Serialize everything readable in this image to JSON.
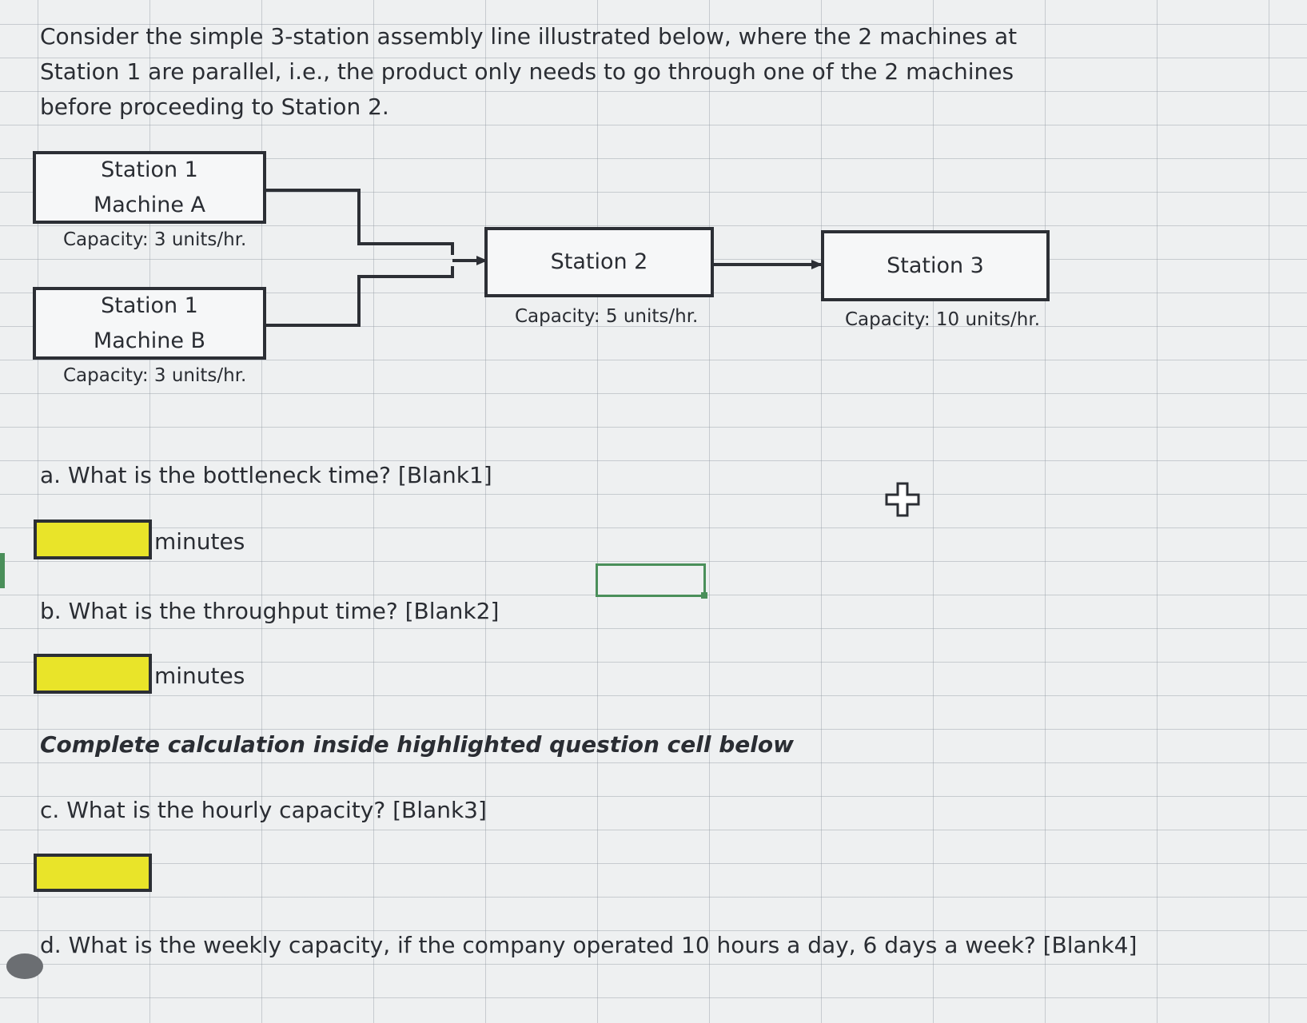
{
  "intro": "Consider the simple 3-station assembly line illustrated below, where the 2 machines at Station 1 are parallel, i.e., the product only needs to go through one of the 2 machines before proceeding to Station 2.",
  "diagram": {
    "machine_a": {
      "line1": "Station 1",
      "line2": "Machine A",
      "capacity": "Capacity: 3 units/hr."
    },
    "machine_b": {
      "line1": "Station 1",
      "line2": "Machine B",
      "capacity": "Capacity: 3 units/hr."
    },
    "station2": {
      "label": "Station 2",
      "capacity": "Capacity: 5 units/hr."
    },
    "station3": {
      "label": "Station 3",
      "capacity": "Capacity: 10 units/hr."
    }
  },
  "questions": {
    "a": {
      "text": "a. What is the bottleneck time? [Blank1]",
      "unit": "minutes",
      "answer": ""
    },
    "b": {
      "text": "b. What is the throughput time? [Blank2]",
      "unit": "minutes",
      "answer": ""
    },
    "note": "Complete calculation inside highlighted question cell below",
    "c": {
      "text": "c. What is the hourly capacity? [Blank3]",
      "answer": ""
    },
    "d": {
      "text": "d. What is the weekly capacity, if the company operated 10 hours a day, 6 days a week? [Blank4]"
    }
  },
  "colors": {
    "highlight": "#e9e429",
    "selection": "#4a8f5a",
    "border": "#2c2f35"
  },
  "icons": {
    "cursor": "plus-cursor-icon"
  }
}
